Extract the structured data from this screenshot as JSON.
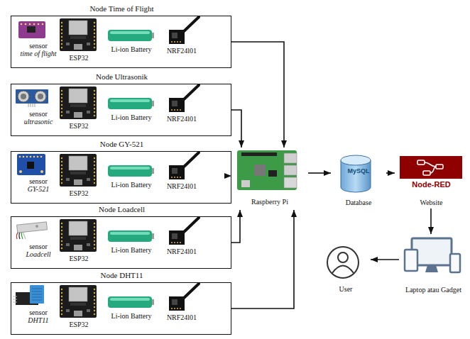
{
  "diagram": {
    "nodes": [
      {
        "text": [
          "Node Time of Flight",
          "sensor",
          "time of flight",
          "ESP32",
          "Li-ion Battery",
          "NRF24l01"
        ]
      },
      {
        "text": [
          "Node Ultrasonik",
          "sensor",
          "ultrasonic",
          "ESP32",
          "Li-ion Battery",
          "NRF24l01"
        ]
      },
      {
        "text": [
          "Node GY-521",
          "sensor",
          "GY-521",
          "ESP32",
          "Li-ion Battery",
          "NRF24l01"
        ]
      },
      {
        "text": [
          "Node Loadcell",
          "sensor",
          "Loadcell",
          "ESP32",
          "Li-ion Battery",
          "NRF24l01"
        ]
      },
      {
        "text": [
          "Node DHT11",
          "sensor",
          "DHT11",
          "ESP32",
          "Li-ion Battery",
          "NRF24l01"
        ]
      },
      {
        "text": [
          "Raspberry Pi"
        ]
      },
      {
        "text": [
          "MySQL",
          "Database"
        ]
      },
      {
        "text": [
          "Node-RED",
          "Website"
        ]
      },
      {
        "text": [
          "Laptop atau Gadget"
        ]
      },
      {
        "text": [
          "User"
        ]
      }
    ],
    "edges": [
      {
        "from": 0,
        "to": 5,
        "arrow": "to"
      },
      {
        "from": 1,
        "to": 5,
        "arrow": "to"
      },
      {
        "from": 2,
        "to": 5,
        "arrow": "to"
      },
      {
        "from": 3,
        "to": 5,
        "arrow": "to"
      },
      {
        "from": 4,
        "to": 5,
        "arrow": "to"
      },
      {
        "from": 5,
        "to": 6,
        "arrow": "to"
      },
      {
        "from": 6,
        "to": 7,
        "arrow": "to"
      },
      {
        "from": 7,
        "to": 8,
        "arrow": "to"
      },
      {
        "from": 8,
        "to": 9,
        "arrow": "to"
      }
    ]
  }
}
